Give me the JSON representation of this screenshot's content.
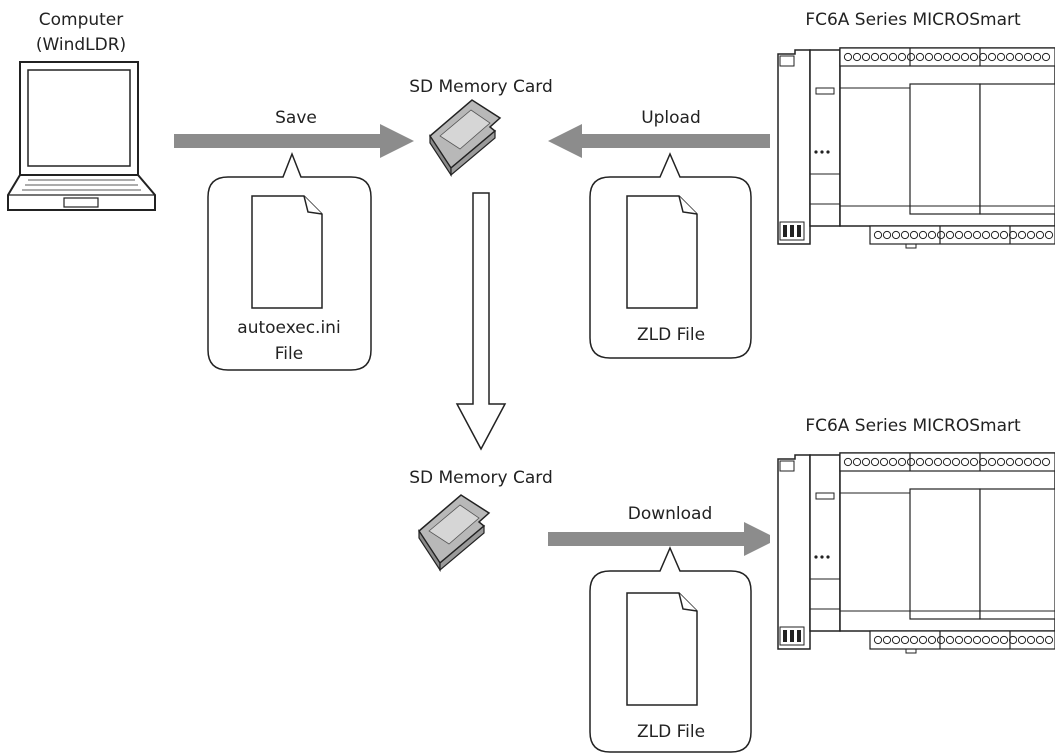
{
  "computer": {
    "label_line1": "Computer",
    "label_line2": "(WindLDR)"
  },
  "plc_top": {
    "label": "FC6A Series MICROSmart"
  },
  "plc_bottom": {
    "label": "FC6A Series MICROSmart"
  },
  "sd_card_top": {
    "label": "SD Memory Card"
  },
  "sd_card_bottom": {
    "label": "SD Memory Card"
  },
  "arrows": {
    "save": "Save",
    "upload": "Upload",
    "download": "Download"
  },
  "callouts": {
    "autoexec": {
      "line1": "autoexec.ini",
      "line2": "File"
    },
    "zld_upload": {
      "line1": "ZLD File"
    },
    "zld_download": {
      "line1": "ZLD File"
    }
  },
  "colors": {
    "arrow": "#8c8c8c",
    "card": "#c0c0c0",
    "card_label": "#a6a6a6",
    "stroke": "#222222",
    "plc_body": "#ffffff"
  }
}
